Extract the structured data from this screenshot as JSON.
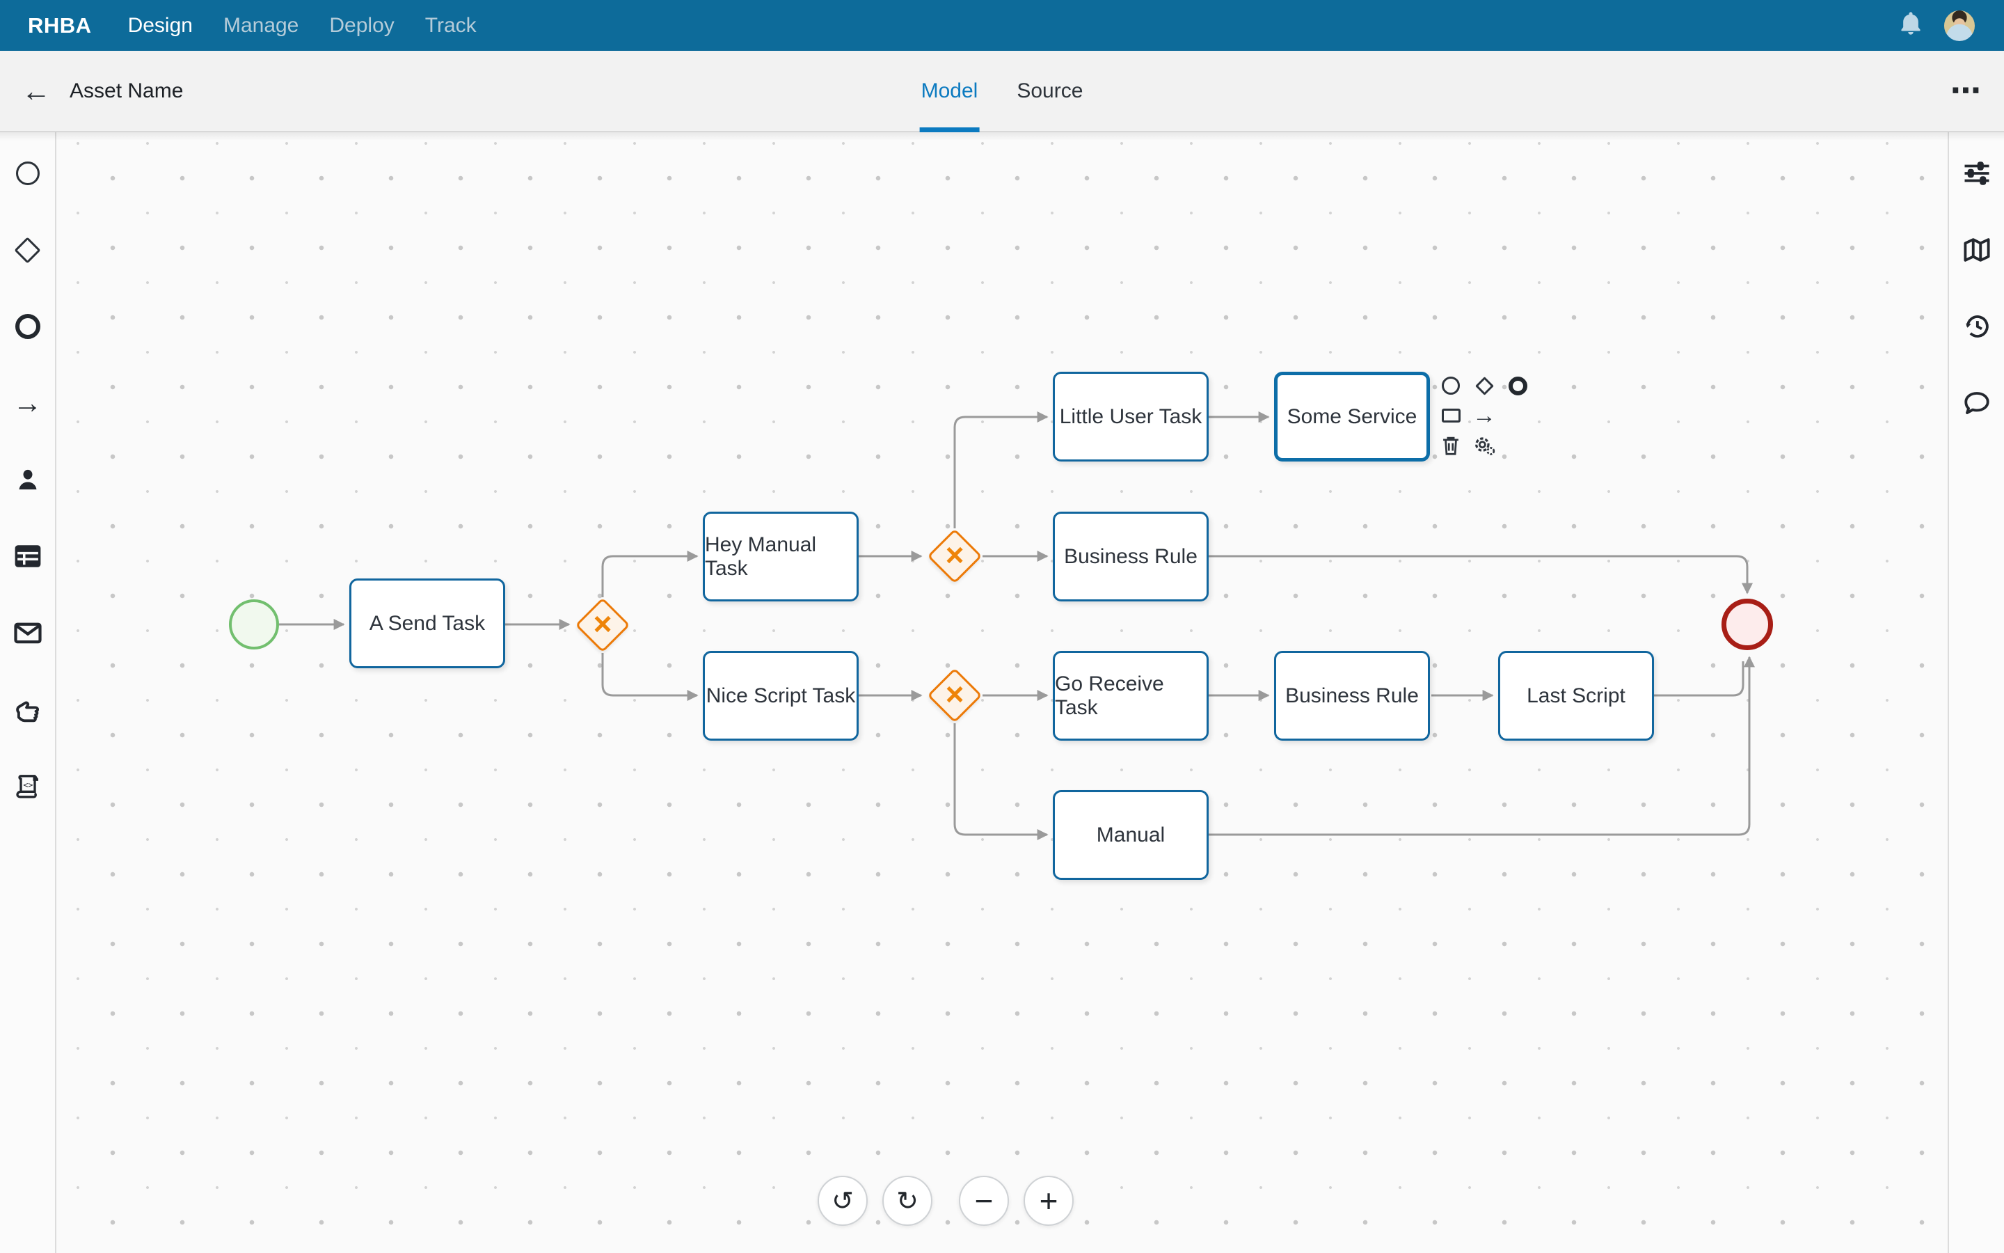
{
  "masthead": {
    "brand": "RHBA",
    "items": [
      {
        "label": "Design",
        "active": true
      },
      {
        "label": "Manage",
        "active": false
      },
      {
        "label": "Deploy",
        "active": false
      },
      {
        "label": "Track",
        "active": false
      }
    ],
    "icons": [
      "bell-icon",
      "user-avatar"
    ]
  },
  "header": {
    "back": "←",
    "title": "Asset Name",
    "tabs": [
      {
        "label": "Model",
        "active": true
      },
      {
        "label": "Source",
        "active": false
      }
    ],
    "kebab": "⋯"
  },
  "palette": {
    "items": [
      "start-event",
      "gateway",
      "end-event",
      "sequence-flow",
      "user-task",
      "business-rule-task",
      "message-task",
      "manual-task",
      "script-task"
    ]
  },
  "rightbar": {
    "items": [
      "properties",
      "explore-diagram",
      "history",
      "comments"
    ]
  },
  "diagram": {
    "gateway_symbol": "×",
    "nodes": {
      "start": {
        "type": "start-event"
      },
      "send": {
        "label": "A Send Task"
      },
      "hey": {
        "label": "Hey Manual Task"
      },
      "nice": {
        "label": "Nice Script Task"
      },
      "little": {
        "label": "Little User Task"
      },
      "some": {
        "label": "Some Service",
        "selected": true
      },
      "rule1": {
        "label": "Business Rule"
      },
      "receive": {
        "label": "Go Receive Task"
      },
      "rule2": {
        "label": "Business Rule"
      },
      "last": {
        "label": "Last Script"
      },
      "manual": {
        "label": "Manual"
      },
      "end": {
        "type": "end-event"
      }
    },
    "context_toolbar": [
      "start-event",
      "gateway",
      "end-event",
      "task",
      "sequence-flow",
      "delete",
      "settings"
    ],
    "colors": {
      "masthead": "#0d6b9a",
      "tab_accent": "#0b7ac0",
      "task_border": "#11669e",
      "selected_border": "#0d6ea8",
      "gateway_stroke": "#ec7a08",
      "gateway_fill": "#fdf3e8",
      "start_stroke": "#72bf6e",
      "start_fill": "#f1f9ee",
      "end_stroke": "#a81e16",
      "end_fill": "#fdecec",
      "edge": "#9a9a9a"
    }
  },
  "zoom_controls": {
    "undo": "↺",
    "redo": "↻",
    "zoom_out": "−",
    "zoom_in": "+"
  }
}
